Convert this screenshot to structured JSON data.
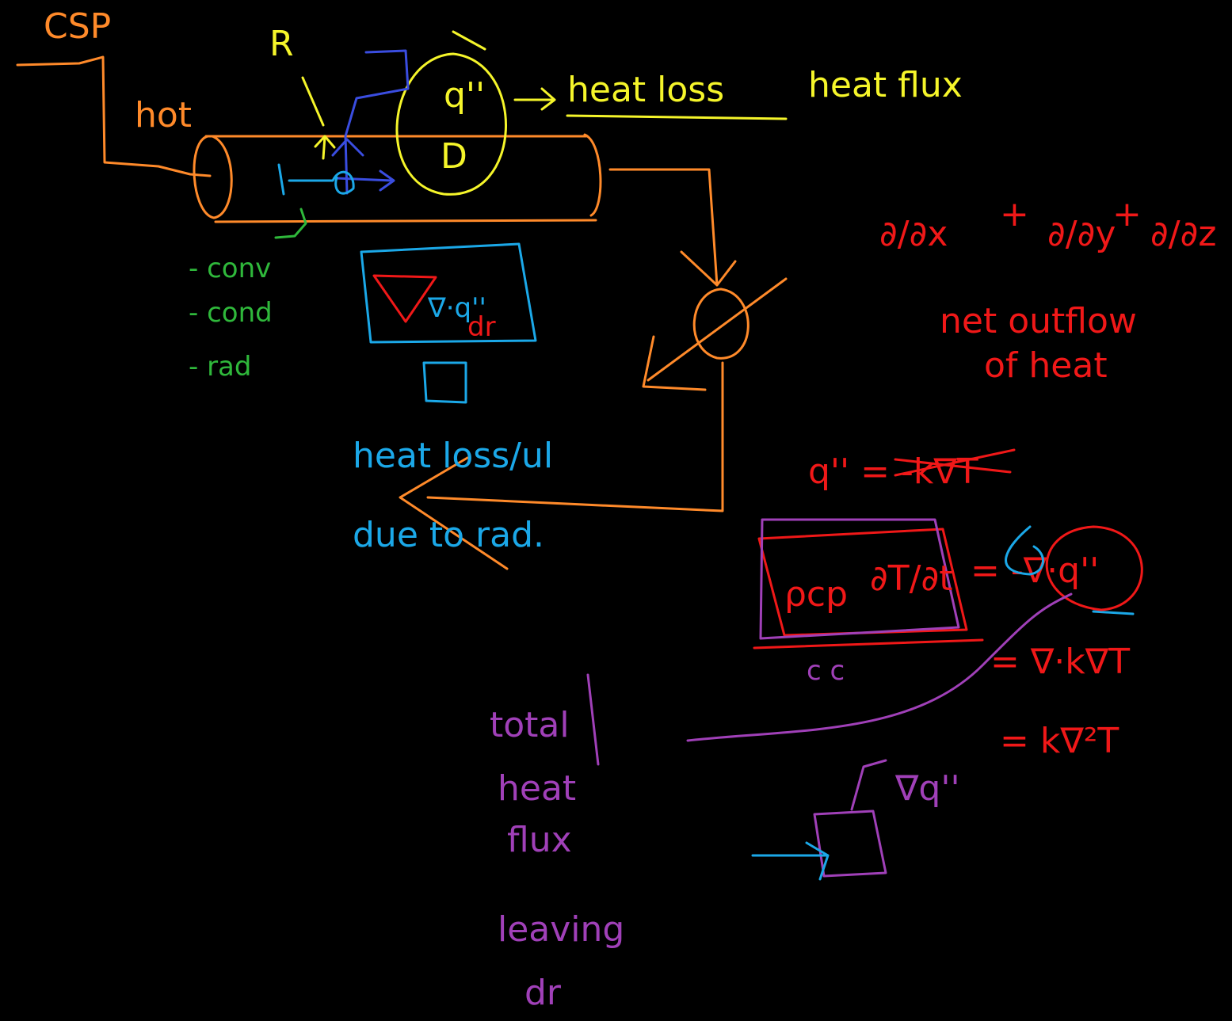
{
  "colors": {
    "background": "#000000",
    "orange": "#FF8A2A",
    "yellow": "#F5F52A",
    "blue": "#3A4DE0",
    "cyan": "#1BA8E8",
    "green": "#2FB83B",
    "red": "#F01818",
    "purple": "#A040B8"
  },
  "labels": {
    "csp": "CSP",
    "r": "R",
    "hot": "hot",
    "q_flux": "q''",
    "d": "D",
    "heat_loss": "heat loss",
    "heat_flux": "heat flux",
    "conv": "- conv",
    "cond": "- cond",
    "rad": "- rad",
    "nabla_q": "∇·q''",
    "dr": "dr",
    "heat_loss_ul": "heat loss/ul",
    "due_to_rad": "due to rad.",
    "d_dx": "∂/∂x",
    "d_dy": "∂/∂y",
    "d_dz": "∂/∂z",
    "plus": "+",
    "net_outflow": "net outflow",
    "of_heat": "of heat",
    "fourier_law": "q'' = -k∇T",
    "rho_cp": "ρcp",
    "dT_dt": "∂T/∂t",
    "eq_neg_div": "= -∇·q''",
    "eq_k_grad": "= ∇·k∇T",
    "eq_k_lap": "= k∇²T",
    "small_c": "c c",
    "total_heat_flux_1": "total",
    "total_heat_flux_2": "heat",
    "total_heat_flux_3": "flux",
    "leaving": "leaving",
    "dr_small": "dr",
    "box_label": "∇q''"
  }
}
